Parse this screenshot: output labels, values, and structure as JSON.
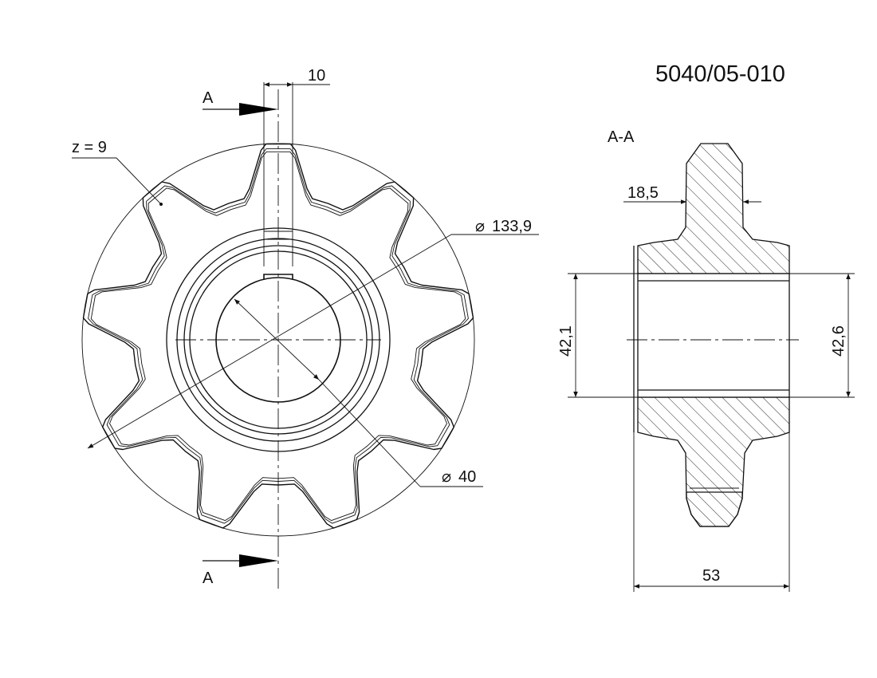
{
  "drawing_number": "5040/05-010",
  "section_label": "A-A",
  "cut_marker": "A",
  "front_view": {
    "teeth_label": "z = 9",
    "tooth_count": 9,
    "key_width": "10",
    "outer_diameter": "133,9",
    "bore_diameter": "40",
    "diameter_symbol": "⌀"
  },
  "section_view": {
    "tooth_width": "18,5",
    "bore_left": "42,1",
    "bore_right": "42,6",
    "hub_length": "53"
  }
}
